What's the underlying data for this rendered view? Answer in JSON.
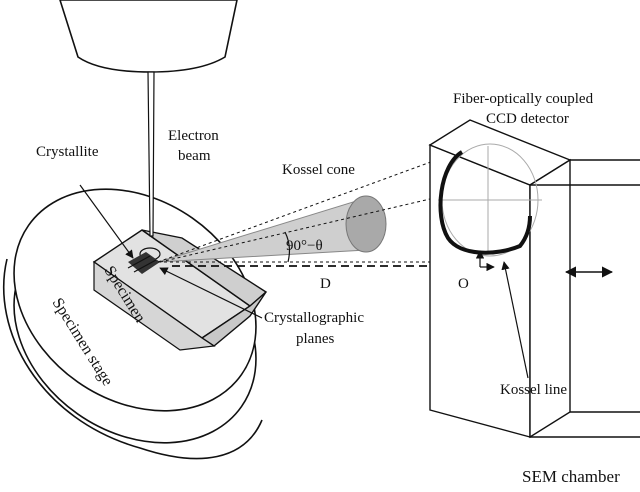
{
  "labels": {
    "crystallite": "Crystallite",
    "electron_beam_line1": "Electron",
    "electron_beam_line2": "beam",
    "kossel_cone": "Kossel cone",
    "detector_line1": "Fiber-optically coupled",
    "detector_line2": "CCD detector",
    "angle": "90°−θ",
    "distance": "D",
    "origin": "O",
    "specimen": "Specimen",
    "specimen_stage": "Specimen stage",
    "crystallographic_planes_line1": "Crystallographic",
    "crystallographic_planes_line2": "planes",
    "kossel_line": "Kossel line",
    "chamber": "SEM chamber"
  },
  "colors": {
    "ink": "#111111",
    "block_face": "#e2e2e2",
    "block_side": "#c8c8c8",
    "cone_fill": "#c9c9c9",
    "cone_base": "#a9a9a9",
    "crystallite": "#333333"
  },
  "icons": {
    "double_arrow": "double-arrow-icon",
    "axis_arrows": "axis-arrows-icon"
  }
}
